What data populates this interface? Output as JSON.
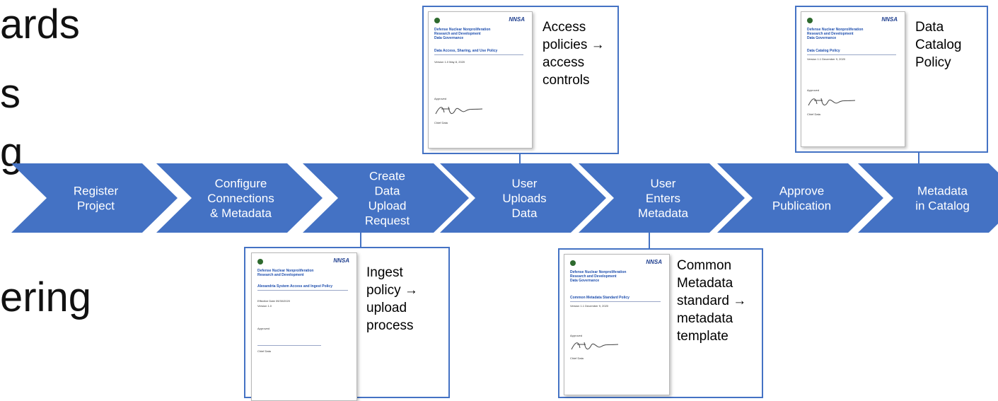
{
  "background_text": [
    "ards",
    "s",
    "g",
    "ering"
  ],
  "steps": [
    {
      "label": "Register\nProject"
    },
    {
      "label": "Configure\nConnections\n& Metadata"
    },
    {
      "label": "Create\nData\nUpload\nRequest"
    },
    {
      "label": "User\nUploads\nData"
    },
    {
      "label": "User\nEnters\nMetadata"
    },
    {
      "label": "Approve\nPublication"
    },
    {
      "label": "Metadata\nin Catalog"
    }
  ],
  "callouts": [
    {
      "label": "Access\npolicies →\naccess\ncontrols",
      "doc": {
        "logo": "NNSA",
        "org": "Defense Nuclear Nonproliferation\nResearch and Development\nData Governance",
        "title": "Data Access, Sharing, and Use Policy",
        "meta": "Version 1.0      May 8, 2020",
        "approved": "Approved",
        "signer": "Chief Data"
      }
    },
    {
      "label": "Data\nCatalog\nPolicy",
      "doc": {
        "logo": "NNSA",
        "org": "Defense Nuclear Nonproliferation\nResearch and Development\nData Governance",
        "title": "Data Catalog Policy",
        "meta": "Version 1.1    December 9, 2020",
        "approved": "Approved",
        "signer": "Chief Data"
      }
    },
    {
      "label": "Ingest\npolicy →\nupload\nprocess",
      "doc": {
        "logo": "NNSA",
        "org": "Defense Nuclear Nonproliferation\nResearch and Development",
        "title": "Alexandria System Access and Ingest Policy",
        "meta": "Effective Date      09/30/2020\nVersion 1.0",
        "approved": "Approved",
        "signer": "Chief Data"
      }
    },
    {
      "label": "Common\nMetadata\nstandard →\nmetadata\ntemplate",
      "doc": {
        "logo": "NNSA",
        "org": "Defense Nuclear Nonproliferation\nResearch and Development\nData Governance",
        "title": "Common Metadata Standard Policy",
        "meta": "Version 1.1    December 9, 2020",
        "approved": "Approved",
        "signer": "Chief Data"
      }
    }
  ],
  "colors": {
    "chevron_fill": "#4472c4",
    "chevron_text": "#ffffff",
    "callout_border": "#4472c4"
  }
}
